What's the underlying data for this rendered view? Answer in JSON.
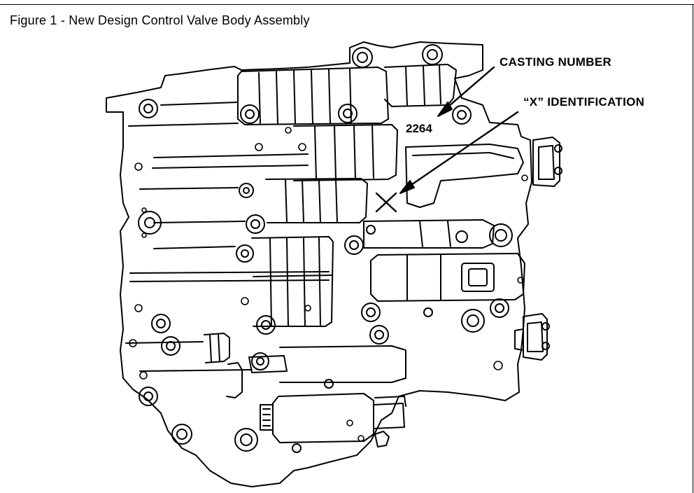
{
  "figure": {
    "caption": "Figure 1 - New Design Control Valve Body Assembly"
  },
  "callouts": {
    "casting_label": "CASTING NUMBER",
    "x_label": "“X” IDENTIFICATION",
    "casting_value": "2264"
  },
  "colors": {
    "line": "#000000",
    "background": "#ffffff"
  }
}
